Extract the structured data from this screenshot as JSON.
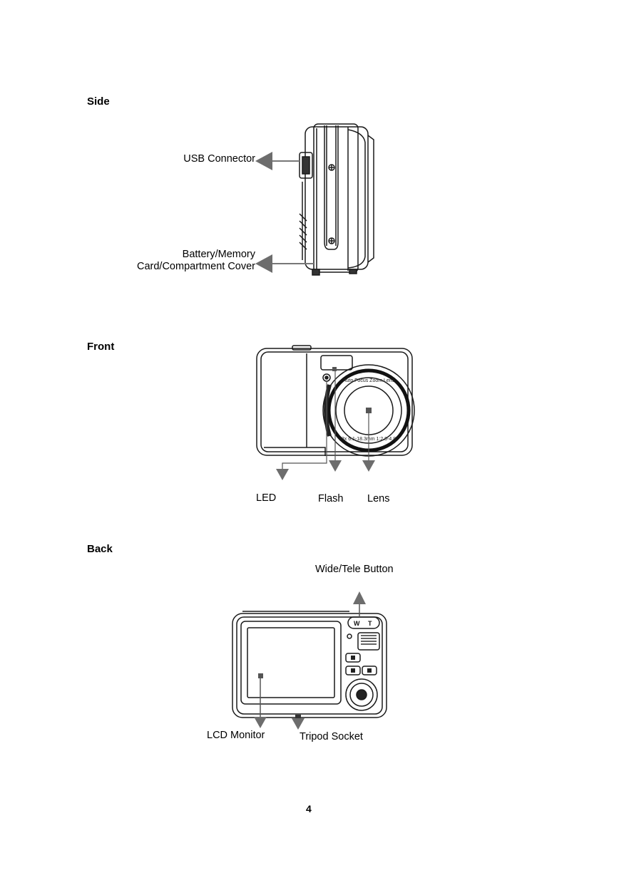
{
  "sections": {
    "side": {
      "heading": "Side",
      "labels": {
        "usb": "USB Connector",
        "battery_line1": "Battery/Memory",
        "battery_line2": "Card/Compartment Cover"
      }
    },
    "front": {
      "heading": "Front",
      "labels": {
        "led": "LED",
        "flash": "Flash",
        "lens": "Lens"
      },
      "lens_ring_text": "Auto Focus Zoom Lens",
      "lens_spec_text": "3x 6.1-18.3mm 1:2.8-4.8"
    },
    "back": {
      "heading": "Back",
      "labels": {
        "wide_tele": "Wide/Tele Button",
        "lcd": "LCD Monitor",
        "tripod": "Tripod Socket"
      },
      "zoom_w": "W",
      "zoom_t": "T"
    }
  },
  "page_number": "4"
}
